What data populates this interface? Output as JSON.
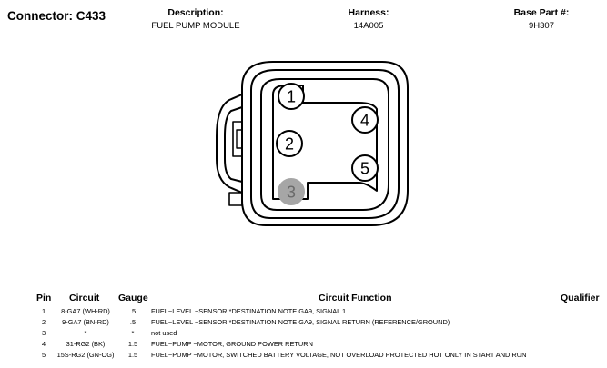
{
  "header": {
    "connector_title": "Connector: C433",
    "description_label": "Description:",
    "description_value": "FUEL PUMP MODULE",
    "harness_label": "Harness:",
    "harness_value": "14A005",
    "base_part_label": "Base Part #:",
    "base_part_value": "9H307"
  },
  "diagram": {
    "pins": [
      {
        "number": "1",
        "filled": false
      },
      {
        "number": "2",
        "filled": false
      },
      {
        "number": "3",
        "filled": true
      },
      {
        "number": "4",
        "filled": false
      },
      {
        "number": "5",
        "filled": false
      }
    ],
    "colors": {
      "outline": "#000000",
      "filled_pin": "#a6a6a6"
    }
  },
  "table": {
    "headers": {
      "pin": "Pin",
      "circuit": "Circuit",
      "gauge": "Gauge",
      "function": "Circuit Function",
      "qualifier": "Qualifier"
    },
    "rows": [
      {
        "pin": "1",
        "circuit": "8-GA7 (WH-RD)",
        "gauge": ".5",
        "function": "FUEL~LEVEL ~SENSOR *DESTINATION NOTE GA9, SIGNAL 1"
      },
      {
        "pin": "2",
        "circuit": "9-GA7 (BN-RD)",
        "gauge": ".5",
        "function": "FUEL~LEVEL ~SENSOR *DESTINATION NOTE GA9, SIGNAL RETURN (REFERENCE/GROUND)"
      },
      {
        "pin": "3",
        "circuit": "*",
        "gauge": "*",
        "function": "not used"
      },
      {
        "pin": "4",
        "circuit": "31-RG2 (BK)",
        "gauge": "1.5",
        "function": "FUEL~PUMP ~MOTOR, GROUND POWER RETURN"
      },
      {
        "pin": "5",
        "circuit": "15S-RG2 (GN-OG)",
        "gauge": "1.5",
        "function": "FUEL~PUMP ~MOTOR, SWITCHED BATTERY VOLTAGE, NOT OVERLOAD PROTECTED HOT ONLY IN START AND RUN"
      }
    ]
  }
}
